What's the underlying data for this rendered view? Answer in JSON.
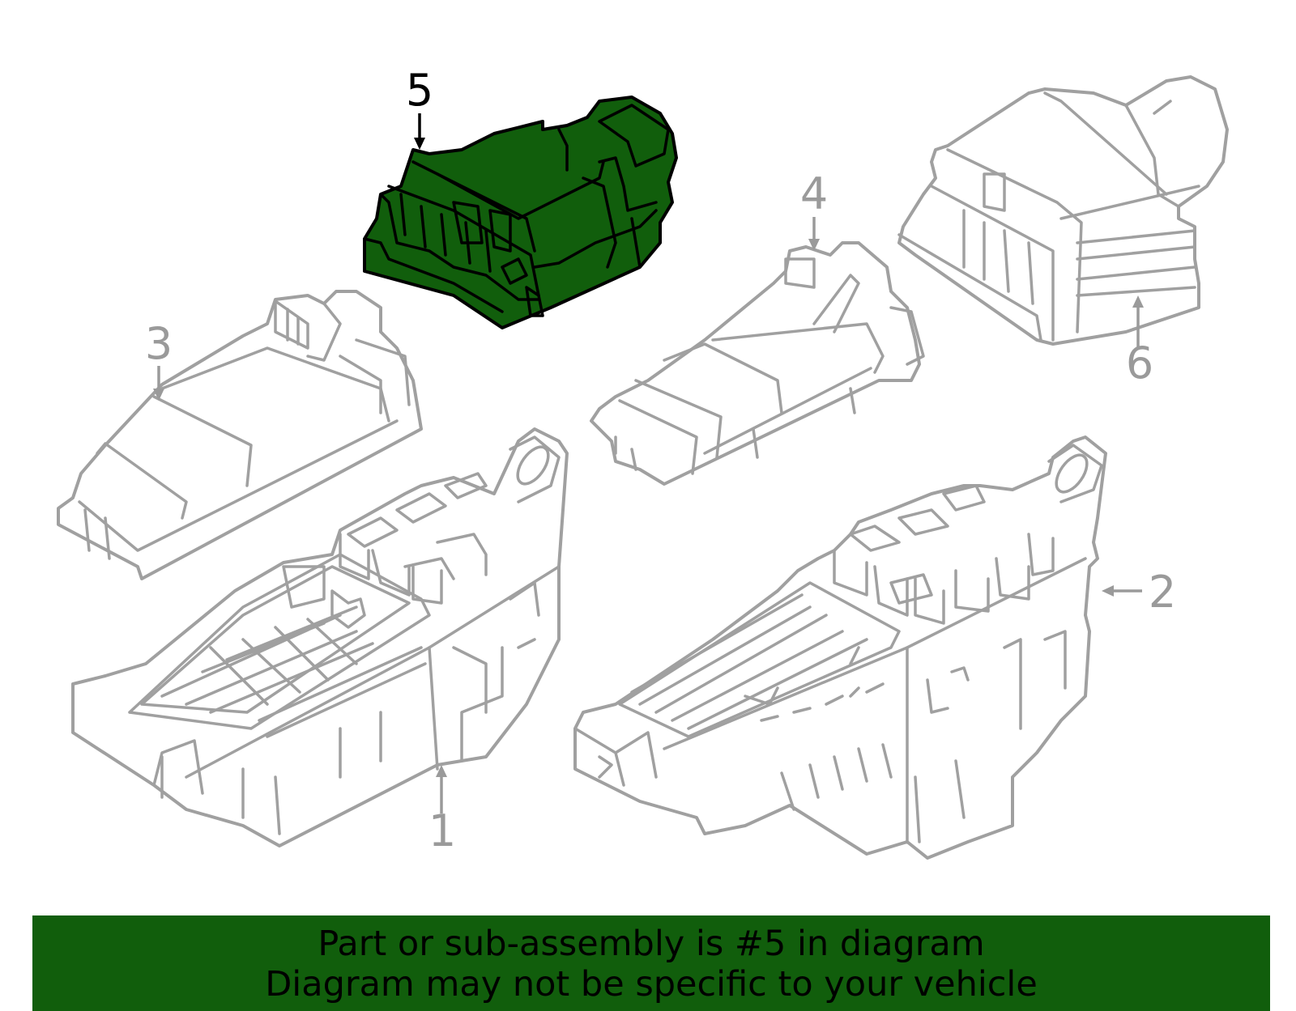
{
  "callouts": [
    {
      "id": "1",
      "label": "1"
    },
    {
      "id": "2",
      "label": "2"
    },
    {
      "id": "3",
      "label": "3"
    },
    {
      "id": "4",
      "label": "4"
    },
    {
      "id": "5",
      "label": "5",
      "highlighted": true
    },
    {
      "id": "6",
      "label": "6"
    }
  ],
  "banner": {
    "line1": "Part or sub-assembly is #5 in diagram",
    "line2": "Diagram may not be specific to your vehicle"
  },
  "colors": {
    "highlight_fill": "#115e0c",
    "banner_background": "#115e0c",
    "part_outline": "#a0a0a0"
  }
}
